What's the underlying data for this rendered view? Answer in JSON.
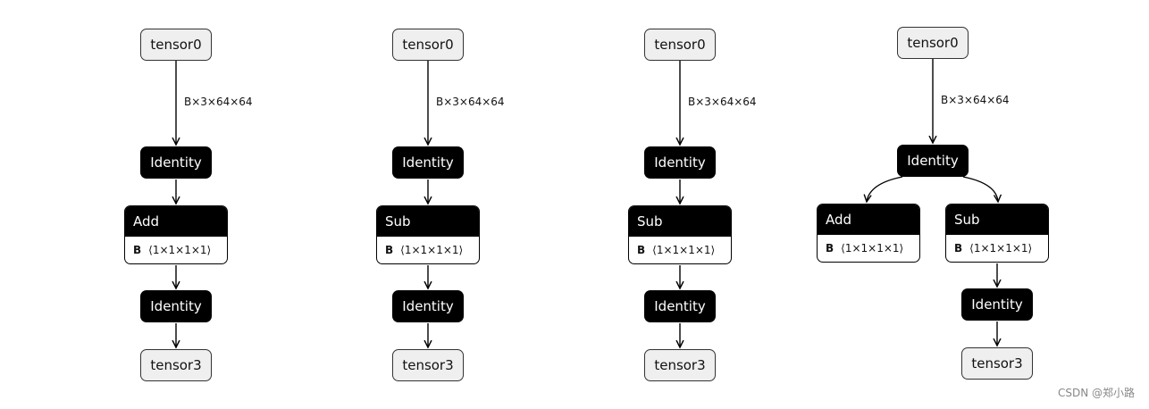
{
  "graphs": [
    {
      "input": "tensor0",
      "edge_label": "B×3×64×64",
      "identity_top": "Identity",
      "op": {
        "name": "Add",
        "param_key": "B",
        "param_shape": "⟨1×1×1×1⟩"
      },
      "identity_bottom": "Identity",
      "output": "tensor3"
    },
    {
      "input": "tensor0",
      "edge_label": "B×3×64×64",
      "identity_top": "Identity",
      "op": {
        "name": "Sub",
        "param_key": "B",
        "param_shape": "⟨1×1×1×1⟩"
      },
      "identity_bottom": "Identity",
      "output": "tensor3"
    },
    {
      "input": "tensor0",
      "edge_label": "B×3×64×64",
      "identity_top": "Identity",
      "op": {
        "name": "Sub",
        "param_key": "B",
        "param_shape": "⟨1×1×1×1⟩"
      },
      "identity_bottom": "Identity",
      "output": "tensor3"
    },
    {
      "input": "tensor0",
      "edge_label": "B×3×64×64",
      "identity_top": "Identity",
      "op_left": {
        "name": "Add",
        "param_key": "B",
        "param_shape": "⟨1×1×1×1⟩"
      },
      "op_right": {
        "name": "Sub",
        "param_key": "B",
        "param_shape": "⟨1×1×1×1⟩"
      },
      "identity_bottom": "Identity",
      "output": "tensor3"
    }
  ],
  "watermark": "CSDN @郑小路"
}
